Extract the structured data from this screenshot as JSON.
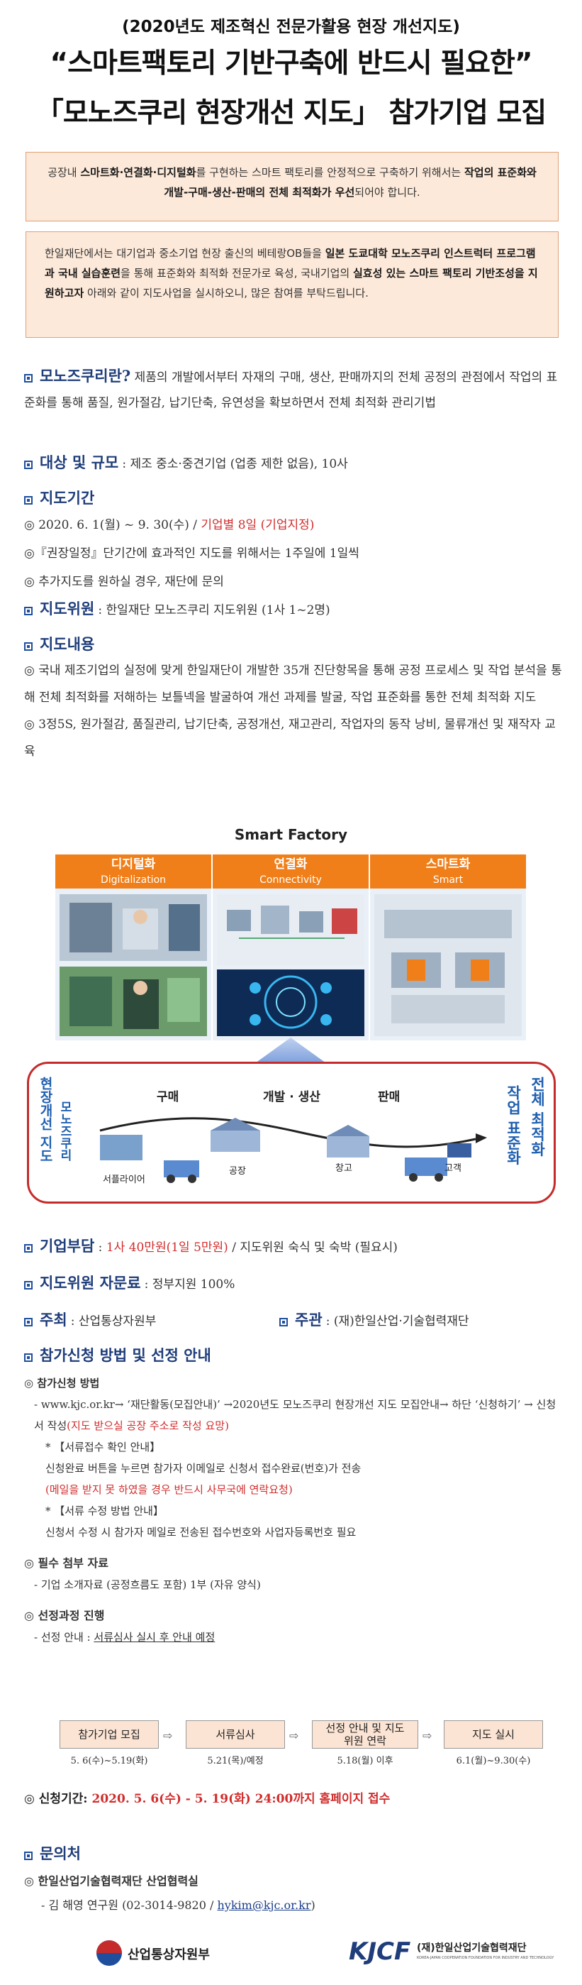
{
  "header": {
    "line1": "(2020년도 제조혁신 전문가활용 현장 개선지도)",
    "line2": "“스마트팩토리 기반구축에 반드시 필요한”",
    "line3": "「모노즈쿠리 현장개선 지도」 참가기업 모집"
  },
  "intro1": {
    "p1": "공장내 ",
    "b1": "스마트화·연결화·디지털화",
    "p2": "를 구현하는 스마트 팩토리를 안정적으로 구축하기 위해서는 ",
    "b2": "작업의 표준화와 개발-구매-생산-판매의 전체 최적화가 우선",
    "p3": "되어야 합니다."
  },
  "intro2": {
    "p1": "한일재단에서는 대기업과 중소기업 현장 출신의 베테랑OB들을 ",
    "b1": "일본 도쿄대학 모노즈쿠리 인스트럭터 프로그램과 국내 실습훈련",
    "p2": "을 통해 표준화와 최적화 전문가로 육성, 국내기업의 ",
    "b2": "실효성 있는 스마트 팩토리 기반조성을 지원하고자",
    "p3": " 아래와 같이 지도사업을 실시하오니, 많은 참여를 부탁드립니다."
  },
  "what": {
    "title": "모노즈쿠리란?",
    "desc": "제품의 개발에서부터 자재의 구매, 생산, 판매까지의 전체 공정의 관점에서 작업의 표준화를 통해 품질, 원가절감, 납기단축, 유연성을 확보하면서 전체 최적화 관리기법"
  },
  "target": {
    "title": "대상 및 규모",
    "desc": ": 제조 중소·중견기업 (업종 제한 없음), 10사"
  },
  "period": {
    "title": "지도기간",
    "line1_a": "◎ 2020. 6. 1(월) ~ 9. 30(수) / ",
    "line1_b": "기업별 8일 (기업지정)",
    "line2": "◎『권장일정』단기간에 효과적인 지도를 위해서는 1주일에 1일씩",
    "line3": "◎ 추가지도를 원하실 경우, 재단에 문의"
  },
  "advisor": {
    "title": "지도위원",
    "desc": ": 한일재단 모노즈쿠리 지도위원 (1사 1~2명)"
  },
  "content": {
    "title": "지도내용",
    "line1": "◎ 국내 제조기업의 실정에 맞게 한일재단이 개발한 35개 진단항목을 통해 공정 프로세스 및 작업 분석을 통해 전체 최적화를 저해하는 보틀넥을 발굴하여 개선 과제를 발굴, 작업 표준화를 통한 전체 최적화 지도",
    "line2": "◎ 3정5S, 원가절감, 품질관리, 납기단축, 공정개선, 재고관리, 작업자의 동작 낭비, 물류개선 및 재작자 교육"
  },
  "smart_factory": {
    "title": "Smart Factory",
    "cols": [
      {
        "ko": "디지털화",
        "en": "Digitalization"
      },
      {
        "ko": "연결화",
        "en": "Connectivity"
      },
      {
        "ko": "스마트화",
        "en": "Smart"
      }
    ]
  },
  "flow": {
    "left_label": "현장개선 지도",
    "left_sub": "모노즈쿠리",
    "right_label1": "전체 최적화",
    "right_label2": "작업 표준화",
    "stage1": "구매",
    "stage2": "개발 · 생산",
    "stage3": "판매",
    "node1": "서플라이어",
    "node2": "공장",
    "node3": "창고",
    "node4": "고객"
  },
  "cost": {
    "title": "기업부담",
    "colon": " : ",
    "red": "1사 40만원(1일 5만원)",
    "rest": " / 지도위원 숙식 및 숙박 (필요시)"
  },
  "fee": {
    "title": "지도위원 자문료",
    "desc": ": 정부지원 100%"
  },
  "host": {
    "title": "주최",
    "desc": ": 산업통상자원부",
    "title2": "주관",
    "desc2": ": (재)한일산업·기술협력재단"
  },
  "apply": {
    "title": "참가신청 방법 및 선정 안내",
    "sub1": "◎ 참가신청 방법",
    "l1_a": "- www.kjc.or.kr→ ‘재단활동(모집안내)’ →2020년도 모노즈쿠리 현장개선 지도 모집안내→ 하단 ‘신청하기’ → 신청서 작성",
    "l1_b": "(지도 받으실 공장 주소로 작성 요망)",
    "l2": "* 【서류접수 확인 안내】",
    "l3": "신청완료 버튼을 누르면 참가자 이메일로 신청서 접수완료(번호)가 전송",
    "l4": "(메일을 받지 못 하였을 경우 반드시 사무국에 연락요청)",
    "l5": "* 【서류 수정 방법 안내】",
    "l6": "신청서 수정 시 참가자 메일로 전송된 접수번호와 사업자등록번호 필요",
    "sub2": "◎ 필수 첨부 자료",
    "l7": "- 기업 소개자료 (공정흐름도 포함) 1부 (자유 양식)",
    "sub3": "◎ 선정과정 진행",
    "l8_a": "- 선정 안내 : ",
    "l8_b": "서류심사 실시 후 안내 예정"
  },
  "steps": [
    {
      "label": "참가기업 모집",
      "date": "5. 6(수)~5.19(화)"
    },
    {
      "label": "서류심사",
      "date": "5.21(목)/예정"
    },
    {
      "label": "선정 안내 및 지도위원 연락",
      "date": "5.18(월) 이후"
    },
    {
      "label": "지도 실시",
      "date": "6.1(월)~9.30(수)"
    }
  ],
  "deadline": {
    "a": "◎ 신청기간: ",
    "b": "2020. 5. 6(수) - 5. 19(화) 24:00까지 홈페이지 접수"
  },
  "contact": {
    "title": "문의처",
    "org": "◎ 한일산업기술협력재단 산업협력실",
    "person": "- 김 해영 연구원 (02-3014-9820 / ",
    "email": "hykim@kjc.or.kr",
    "close": ")"
  },
  "footer": {
    "ministry": "산업통상자원부",
    "kjcf": "KJCF",
    "org": "(재)한일산업기술협력재단",
    "org_en": "KOREA-JAPAN COOPERATION FOUNDATION FOR INDUSTRY AND TECHNOLOGY"
  }
}
